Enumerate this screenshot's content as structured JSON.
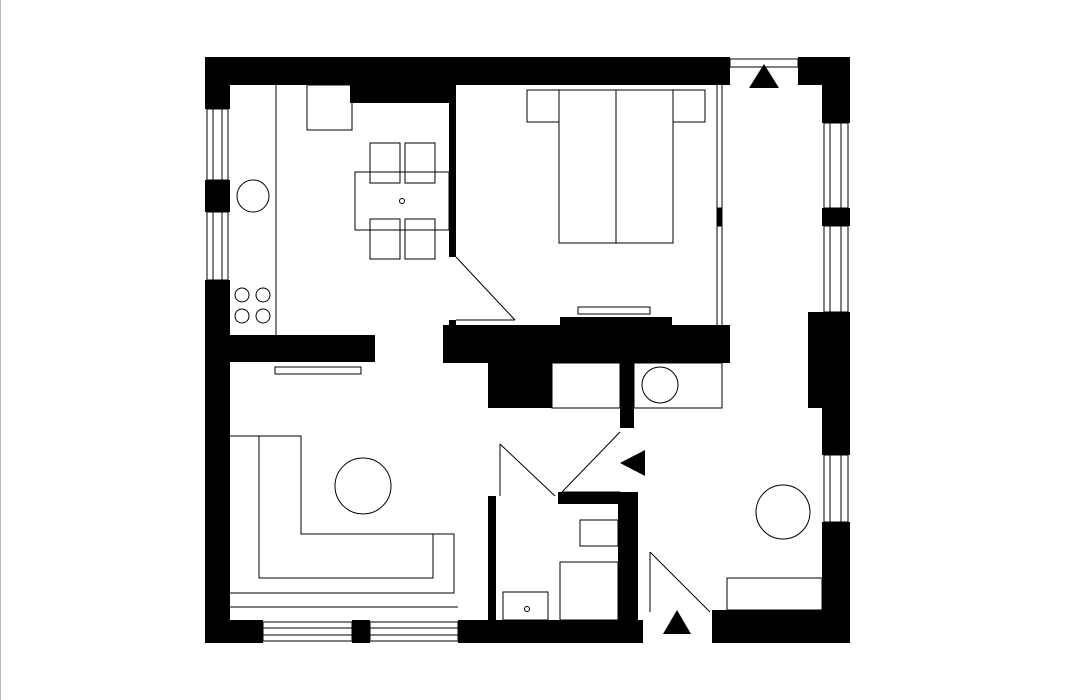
{
  "plan": {
    "colors": {
      "wall": "#000000",
      "line": "#000000",
      "background": "#ffffff"
    },
    "rooms": [
      "kitchen-dining",
      "bedroom",
      "living-room",
      "bathroom",
      "hall"
    ],
    "entrance_markers": [
      "triangle-up",
      "triangle-up",
      "triangle-left"
    ]
  }
}
